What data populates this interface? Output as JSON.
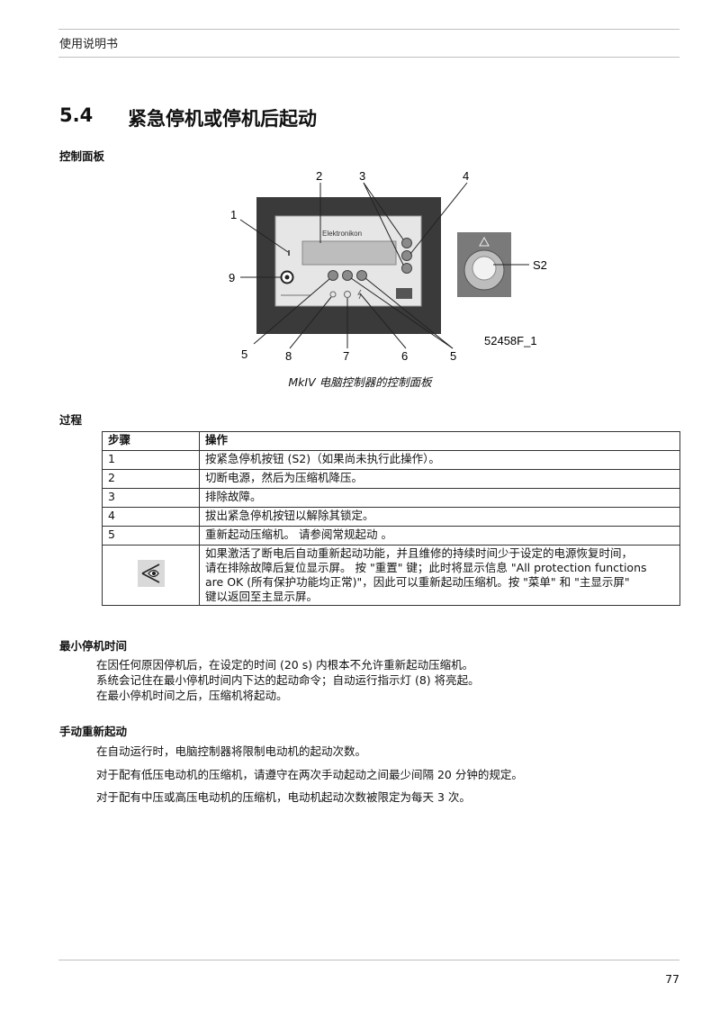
{
  "header": {
    "title": "使用说明书"
  },
  "section": {
    "number": "5.4",
    "title": "紧急停机或停机后起动"
  },
  "panel_heading": "控制面板",
  "figure": {
    "callouts": [
      "1",
      "2",
      "3",
      "4",
      "5",
      "5",
      "6",
      "7",
      "8",
      "9"
    ],
    "s2_label": "S2",
    "figure_id": "52458F_1",
    "brand": "Elektronikon",
    "caption": "MkIV 电脑控制器的控制面板"
  },
  "process_heading": "过程",
  "steps_table": {
    "headers": [
      "步骤",
      "操作"
    ],
    "rows": [
      {
        "step": "1",
        "action": "按紧急停机按钮 (S2)（如果尚未执行此操作）。"
      },
      {
        "step": "2",
        "action": "切断电源，然后为压缩机降压。"
      },
      {
        "step": "3",
        "action": "排除故障。"
      },
      {
        "step": "4",
        "action": "拔出紧急停机按钮以解除其锁定。"
      },
      {
        "step": "5",
        "action": "重新起动压缩机。 请参阅常规起动 。"
      }
    ],
    "note": {
      "icon": "eye-note-icon",
      "lines": [
        "如果激活了断电后自动重新起动功能，并且维修的持续时间少于设定的电源恢复时间，",
        "请在排除故障后复位显示屏。 按 \"重置\" 键；此时将显示信息 \"All protection functions",
        "are OK (所有保护功能均正常)\"，因此可以重新起动压缩机。按 \"菜单\" 和 \"主显示屏\"",
        "键以返回至主显示屏。"
      ]
    }
  },
  "min_stop": {
    "heading": "最小停机时间",
    "lines": [
      "在因任何原因停机后，在设定的时间 (20 s) 内根本不允许重新起动压缩机。",
      "系统会记住在最小停机时间内下达的起动命令；自动运行指示灯 (8) 将亮起。",
      "在最小停机时间之后，压缩机将起动。"
    ]
  },
  "manual_restart": {
    "heading": "手动重新起动",
    "lines": [
      "在自动运行时，电脑控制器将限制电动机的起动次数。",
      "对于配有低压电动机的压缩机，请遵守在两次手动起动之间最少间隔 20 分钟的规定。",
      "对于配有中压或高压电动机的压缩机，电动机起动次数被限定为每天 3 次。"
    ]
  },
  "footer": {
    "page_number": "77"
  },
  "colors": {
    "rule": "#bfbfbf",
    "frame": "#3a3a3a",
    "panel": "#e6e6e6",
    "display": "#bdbdbd"
  }
}
